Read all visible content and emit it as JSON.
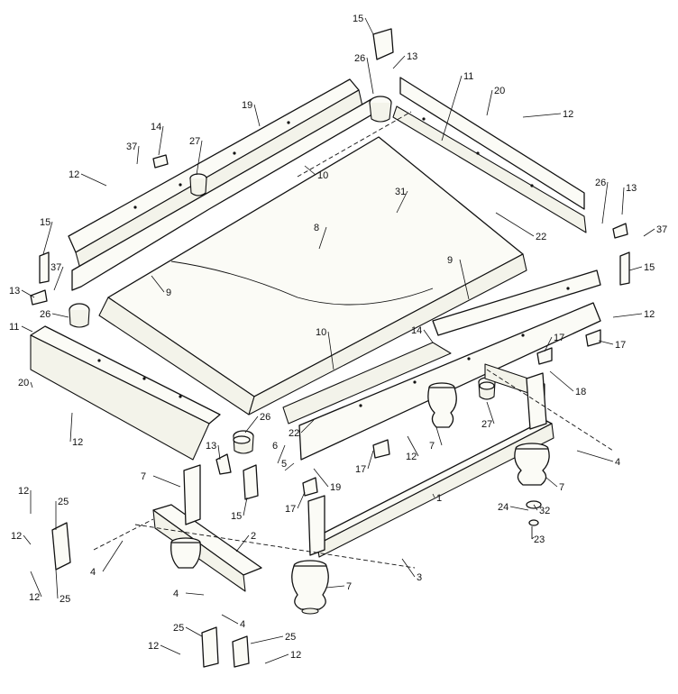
{
  "callouts": [
    {
      "id": "c15a",
      "text": "15"
    },
    {
      "id": "c13a",
      "text": "13"
    },
    {
      "id": "c26a",
      "text": "26"
    },
    {
      "id": "c11a",
      "text": "11"
    },
    {
      "id": "c20a",
      "text": "20"
    },
    {
      "id": "c12a",
      "text": "12"
    },
    {
      "id": "c19a",
      "text": "19"
    },
    {
      "id": "c14a",
      "text": "14"
    },
    {
      "id": "c37a",
      "text": "37"
    },
    {
      "id": "c27a",
      "text": "27"
    },
    {
      "id": "c12b",
      "text": "12"
    },
    {
      "id": "c10a",
      "text": "10"
    },
    {
      "id": "c31",
      "text": "31"
    },
    {
      "id": "c8",
      "text": "8"
    },
    {
      "id": "c26b",
      "text": "26"
    },
    {
      "id": "c13b",
      "text": "13"
    },
    {
      "id": "c37b",
      "text": "37"
    },
    {
      "id": "c22a",
      "text": "22"
    },
    {
      "id": "c15b",
      "text": "15"
    },
    {
      "id": "c9a",
      "text": "9"
    },
    {
      "id": "c15c",
      "text": "15"
    },
    {
      "id": "c37c",
      "text": "37"
    },
    {
      "id": "c13c",
      "text": "13"
    },
    {
      "id": "c9b",
      "text": "9"
    },
    {
      "id": "c26c",
      "text": "26"
    },
    {
      "id": "c12c",
      "text": "12"
    },
    {
      "id": "c11b",
      "text": "11"
    },
    {
      "id": "c10b",
      "text": "10"
    },
    {
      "id": "c14b",
      "text": "14"
    },
    {
      "id": "c17a",
      "text": "17"
    },
    {
      "id": "c17b",
      "text": "17"
    },
    {
      "id": "c20b",
      "text": "20"
    },
    {
      "id": "c18",
      "text": "18"
    },
    {
      "id": "c12d",
      "text": "12"
    },
    {
      "id": "c26d",
      "text": "26"
    },
    {
      "id": "c27b",
      "text": "27"
    },
    {
      "id": "c22b",
      "text": "22"
    },
    {
      "id": "c7a",
      "text": "7"
    },
    {
      "id": "c12e",
      "text": "12"
    },
    {
      "id": "c4a",
      "text": "4"
    },
    {
      "id": "c13d",
      "text": "13"
    },
    {
      "id": "c6",
      "text": "6"
    },
    {
      "id": "c5",
      "text": "5"
    },
    {
      "id": "c17c",
      "text": "17"
    },
    {
      "id": "c19b",
      "text": "19"
    },
    {
      "id": "c7b",
      "text": "7"
    },
    {
      "id": "c15d",
      "text": "15"
    },
    {
      "id": "c17d",
      "text": "17"
    },
    {
      "id": "c12f",
      "text": "12"
    },
    {
      "id": "c25a",
      "text": "25"
    },
    {
      "id": "c1",
      "text": "1"
    },
    {
      "id": "c24",
      "text": "24"
    },
    {
      "id": "c32",
      "text": "32"
    },
    {
      "id": "c7c",
      "text": "7"
    },
    {
      "id": "c12g",
      "text": "12"
    },
    {
      "id": "c2",
      "text": "2"
    },
    {
      "id": "c23",
      "text": "23"
    },
    {
      "id": "c4b",
      "text": "4"
    },
    {
      "id": "c3",
      "text": "3"
    },
    {
      "id": "c12h",
      "text": "12"
    },
    {
      "id": "c25b",
      "text": "25"
    },
    {
      "id": "c7d",
      "text": "7"
    },
    {
      "id": "c4c",
      "text": "4"
    },
    {
      "id": "c4d",
      "text": "4"
    },
    {
      "id": "c25c",
      "text": "25"
    },
    {
      "id": "c25d",
      "text": "25"
    },
    {
      "id": "c12i",
      "text": "12"
    },
    {
      "id": "c12j",
      "text": "12"
    }
  ]
}
